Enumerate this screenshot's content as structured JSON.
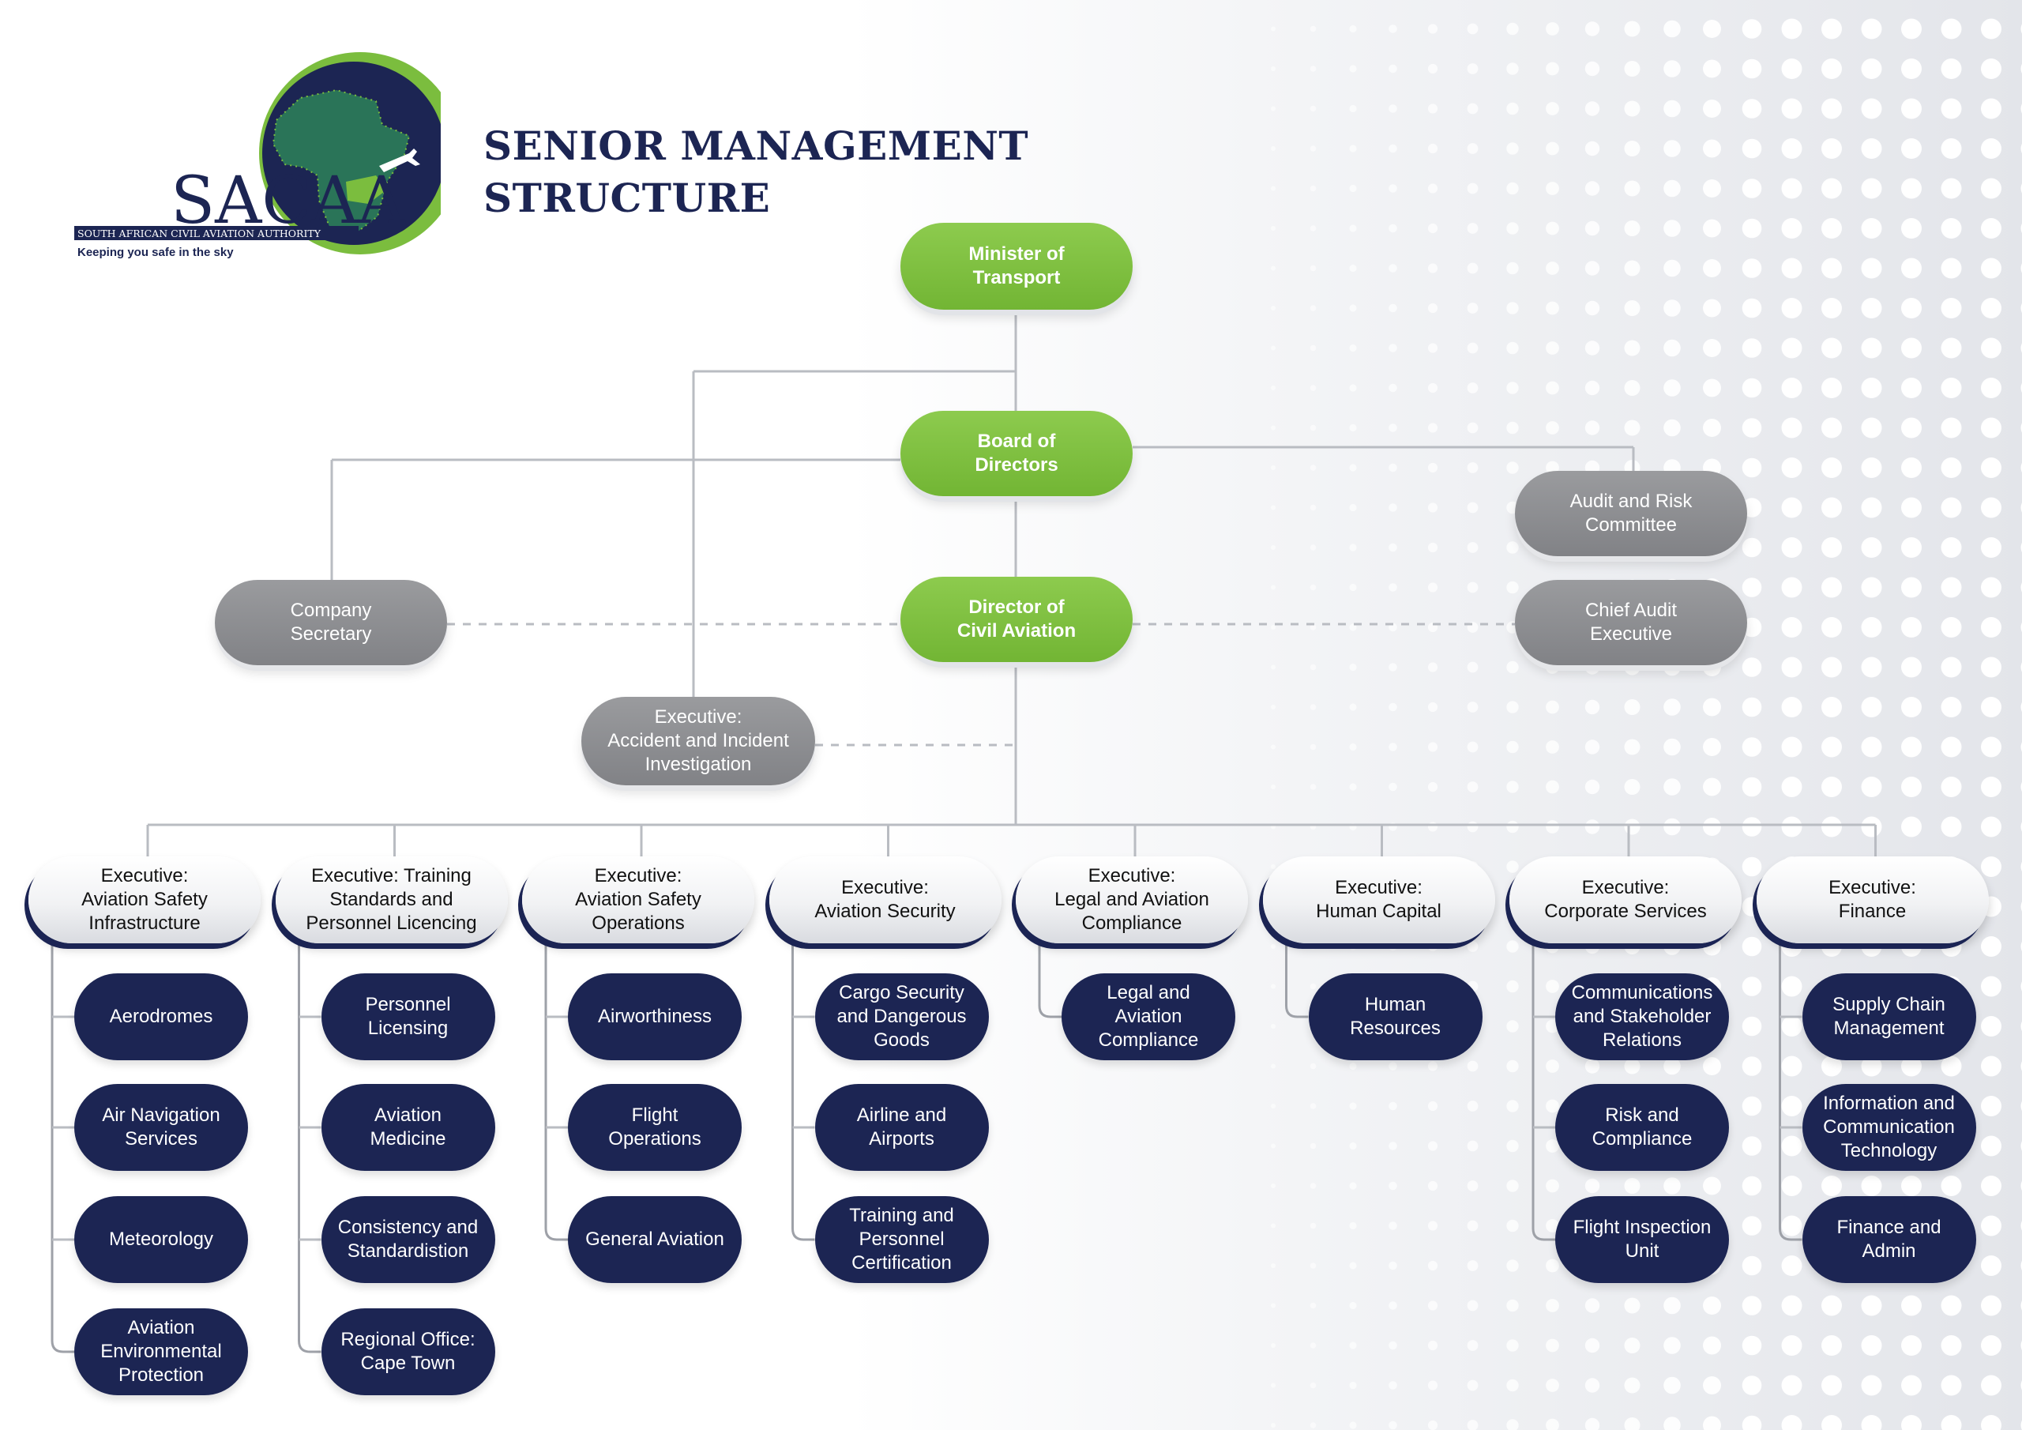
{
  "title": "SENIOR MANAGEMENT\nSTRUCTURE",
  "logo": {
    "wordmark": "SACAA",
    "full_name": "SOUTH AFRICAN CIVIL AVIATION AUTHORITY",
    "tagline": "Keeping you safe in the sky"
  },
  "colors": {
    "navy": "#1c2553",
    "green": "#7bbd3e",
    "grey": "#8b8c8f",
    "line": "#b9bcc2"
  },
  "top": {
    "minister": "Minister of\nTransport",
    "board": "Board of\nDirectors",
    "director": "Director of\nCivil Aviation",
    "company_secretary": "Company\nSecretary",
    "audit_committee": "Audit and Risk\nCommittee",
    "chief_audit": "Chief Audit\nExecutive",
    "accident": "Executive:\nAccident and Incident\nInvestigation"
  },
  "executives": [
    {
      "label": "Executive:\nAviation Safety\nInfrastructure",
      "units": [
        "Aerodromes",
        "Air Navigation\nServices",
        "Meteorology",
        "Aviation\nEnvironmental\nProtection"
      ]
    },
    {
      "label": "Executive: Training\nStandards and\nPersonnel Licencing",
      "units": [
        "Personnel\nLicensing",
        "Aviation\nMedicine",
        "Consistency and\nStandardistion",
        "Regional Office:\nCape Town"
      ]
    },
    {
      "label": "Executive:\nAviation Safety\nOperations",
      "units": [
        "Airworthiness",
        "Flight\nOperations",
        "General Aviation"
      ]
    },
    {
      "label": "Executive:\nAviation Security",
      "units": [
        "Cargo Security\nand Dangerous\nGoods",
        "Airline and\nAirports",
        "Training and\nPersonnel\nCertification"
      ]
    },
    {
      "label": "Executive:\nLegal and Aviation\nCompliance",
      "units": [
        "Legal and\nAviation\nCompliance"
      ]
    },
    {
      "label": "Executive:\nHuman Capital",
      "units": [
        "Human\nResources"
      ]
    },
    {
      "label": "Executive:\nCorporate Services",
      "units": [
        "Communications\nand Stakeholder\nRelations",
        "Risk and\nCompliance",
        "Flight Inspection\nUnit"
      ]
    },
    {
      "label": "Executive:\nFinance",
      "units": [
        "Supply Chain\nManagement",
        "Information and\nCommunication\nTechnology",
        "Finance and\nAdmin"
      ]
    }
  ]
}
